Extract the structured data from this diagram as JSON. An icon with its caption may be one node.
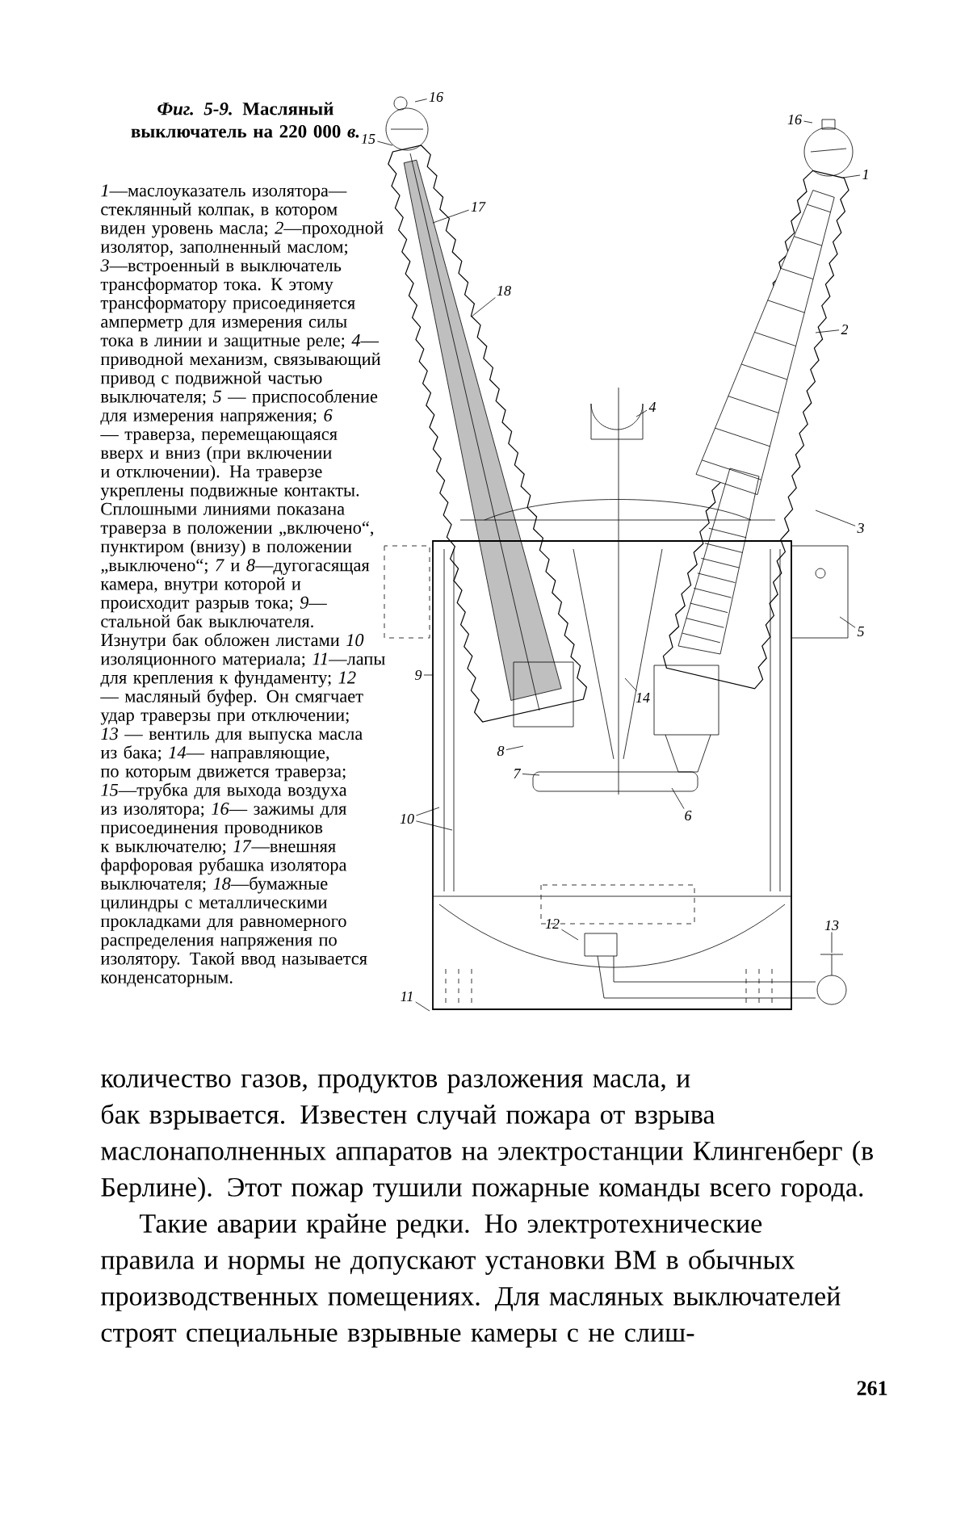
{
  "diagram": {
    "title": "*Фиг. 5-9.* Масляный выключатель на 220 000 *в.*",
    "caption": "*1*—маслоуказатель изолятора—стеклянный колпак, в котором виден уровень масла; *2*—проходной изолятор, заполненный маслом; *3*—встроенный в выключатель трансформатор тока. К этому трансформатору присоединяется амперметр для измерения силы тока в линии и защитные реле; *4*—приводной механизм, связывающий привод с подвижной частью выключателя; *5* — приспособление для измерения напряжения; *6* — траверза, перемещающаяся вверх и вниз (при включении и отключении). На траверзе укреплены подвижные контакты. Сплошными линиями показана траверза в положении „включено“, пунктиром (внизу) в положении „выключено“; *7* и *8*—дугогасящая камера, внутри которой и происходит разрыв тока; *9*—стальной бак выключателя. Изнутри бак обложен листами *10* изоляционного материала; *11*—лапы для крепления к фундаменту; *12* — масляный буфер. Он смягчает удар траверзы при отключении; *13* — вентиль для выпуска масла из бака; *14*— направляющие, по которым движется траверза; *15*—трубка для выхода воздуха из изолятора; *16*— зажимы для присоединения проводников к выключателю; *17*—внешняя фарфоровая рубашка изолятора выключателя; *18*—бумажные цилиндры с металлическими прокладками для равномерного распределения напряжения по изолятору. Такой ввод называется конденсаторным.",
    "nodes": [
      {
        "text": [
          "16"
        ]
      },
      {
        "text": [
          "16"
        ]
      },
      {
        "text": [
          "15"
        ]
      },
      {
        "text": [
          "1"
        ]
      },
      {
        "text": [
          "17"
        ]
      },
      {
        "text": [
          "18"
        ]
      },
      {
        "text": [
          "2"
        ]
      },
      {
        "text": [
          "4"
        ]
      },
      {
        "text": [
          "3"
        ]
      },
      {
        "text": [
          "5"
        ]
      },
      {
        "text": [
          "9"
        ]
      },
      {
        "text": [
          "14"
        ]
      },
      {
        "text": [
          "8"
        ]
      },
      {
        "text": [
          "7"
        ]
      },
      {
        "text": [
          "6"
        ]
      },
      {
        "text": [
          "10"
        ]
      },
      {
        "text": [
          "13"
        ]
      },
      {
        "text": [
          "12"
        ]
      },
      {
        "text": [
          "11"
        ]
      }
    ],
    "edges": [
      {
        "from": 0,
        "to": null,
        "arrow": "none"
      },
      {
        "from": 1,
        "to": null,
        "arrow": "none"
      },
      {
        "from": 2,
        "to": null,
        "arrow": "none"
      },
      {
        "from": 3,
        "to": null,
        "arrow": "none"
      },
      {
        "from": 4,
        "to": null,
        "arrow": "none"
      },
      {
        "from": 5,
        "to": null,
        "arrow": "none"
      },
      {
        "from": 6,
        "to": null,
        "arrow": "none"
      },
      {
        "from": 7,
        "to": null,
        "arrow": "none"
      },
      {
        "from": 8,
        "to": null,
        "arrow": "none"
      },
      {
        "from": 9,
        "to": null,
        "arrow": "none"
      },
      {
        "from": 10,
        "to": null,
        "arrow": "none"
      },
      {
        "from": 11,
        "to": null,
        "arrow": "none"
      },
      {
        "from": 12,
        "to": null,
        "arrow": "none"
      },
      {
        "from": 13,
        "to": null,
        "arrow": "none"
      },
      {
        "from": 14,
        "to": null,
        "arrow": "none"
      },
      {
        "from": 15,
        "to": null,
        "arrow": "none"
      },
      {
        "from": 15,
        "to": null,
        "arrow": "none"
      },
      {
        "from": 16,
        "to": null,
        "arrow": "none"
      },
      {
        "from": 17,
        "to": null,
        "arrow": "none"
      },
      {
        "from": 18,
        "to": null,
        "arrow": "none"
      }
    ],
    "labels": [
      "количество газов, продуктов разложения масла, и бак взрывается. Известен случай пожара от взрыва маслонаполненных аппаратов на электростанции Клингенберг (в Берлине). Этот пожар тушили пожарные команды всего города.",
      "Такие аварии крайне редки. Но электротехнические правила и нормы не допускают установки ВМ в обычных производственных помещениях. Для масляных выключателей строят специальные взрывные камеры с не слиш-",
      "261"
    ]
  }
}
